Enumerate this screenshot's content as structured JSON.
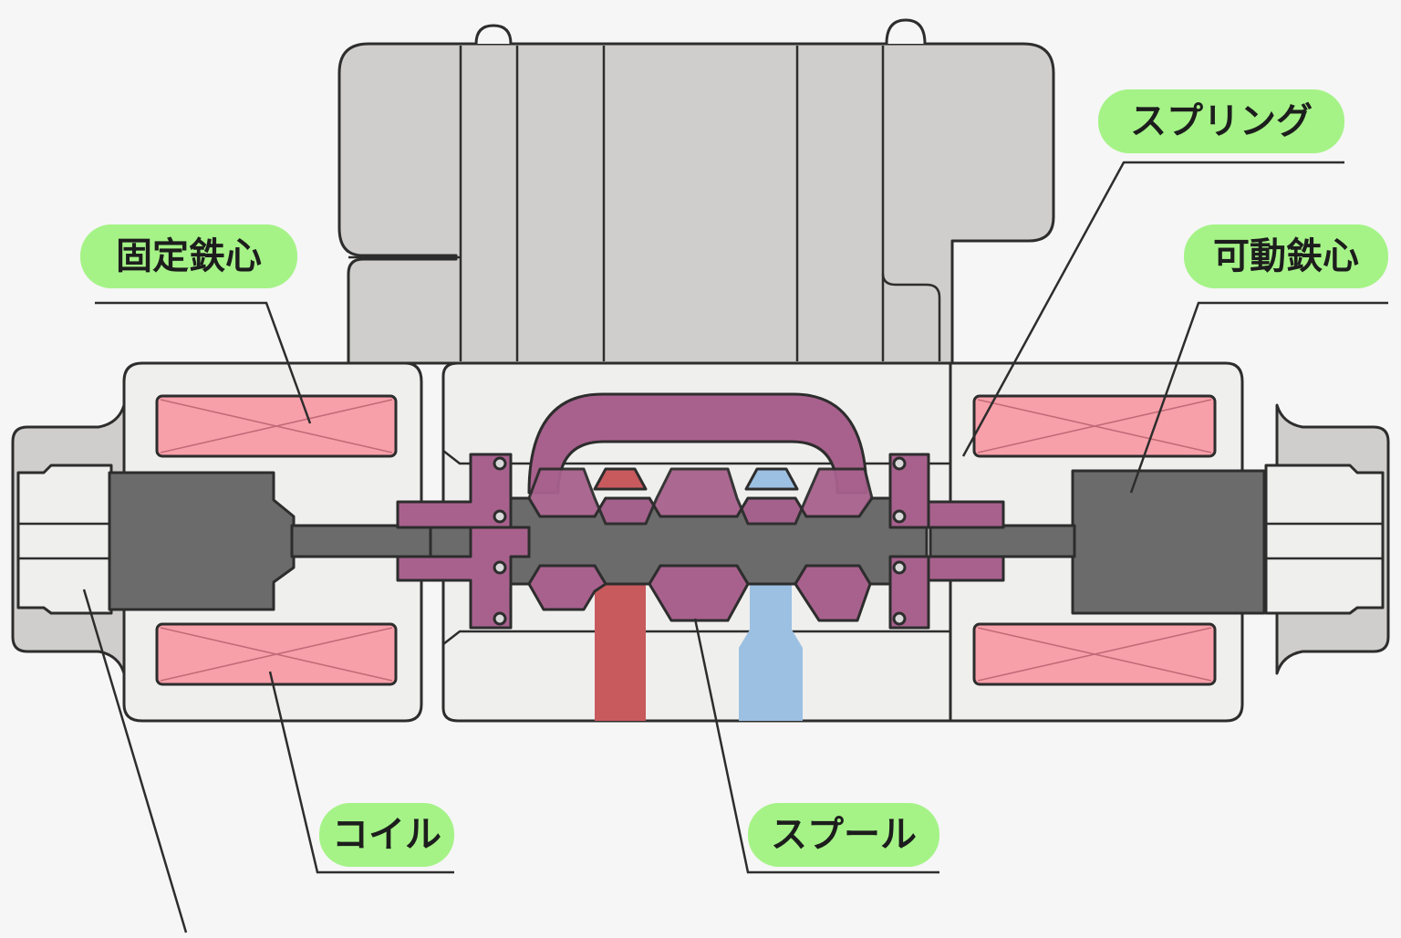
{
  "labels": {
    "spring": "スプリング",
    "fixed_core": "固定鉄心",
    "movable_core": "可動鉄心",
    "coil": "コイル",
    "spool": "スプール"
  },
  "colors": {
    "label_bg": "#a5f387",
    "housing": "#d0cecc",
    "body": "#efefee",
    "coil": "#f8a0aa",
    "core": "#6b6b6b",
    "spool": "#a8618d",
    "pressure_port": "#c85a5e",
    "tank_port": "#9cc0e2",
    "outline": "#2d2d2d"
  }
}
